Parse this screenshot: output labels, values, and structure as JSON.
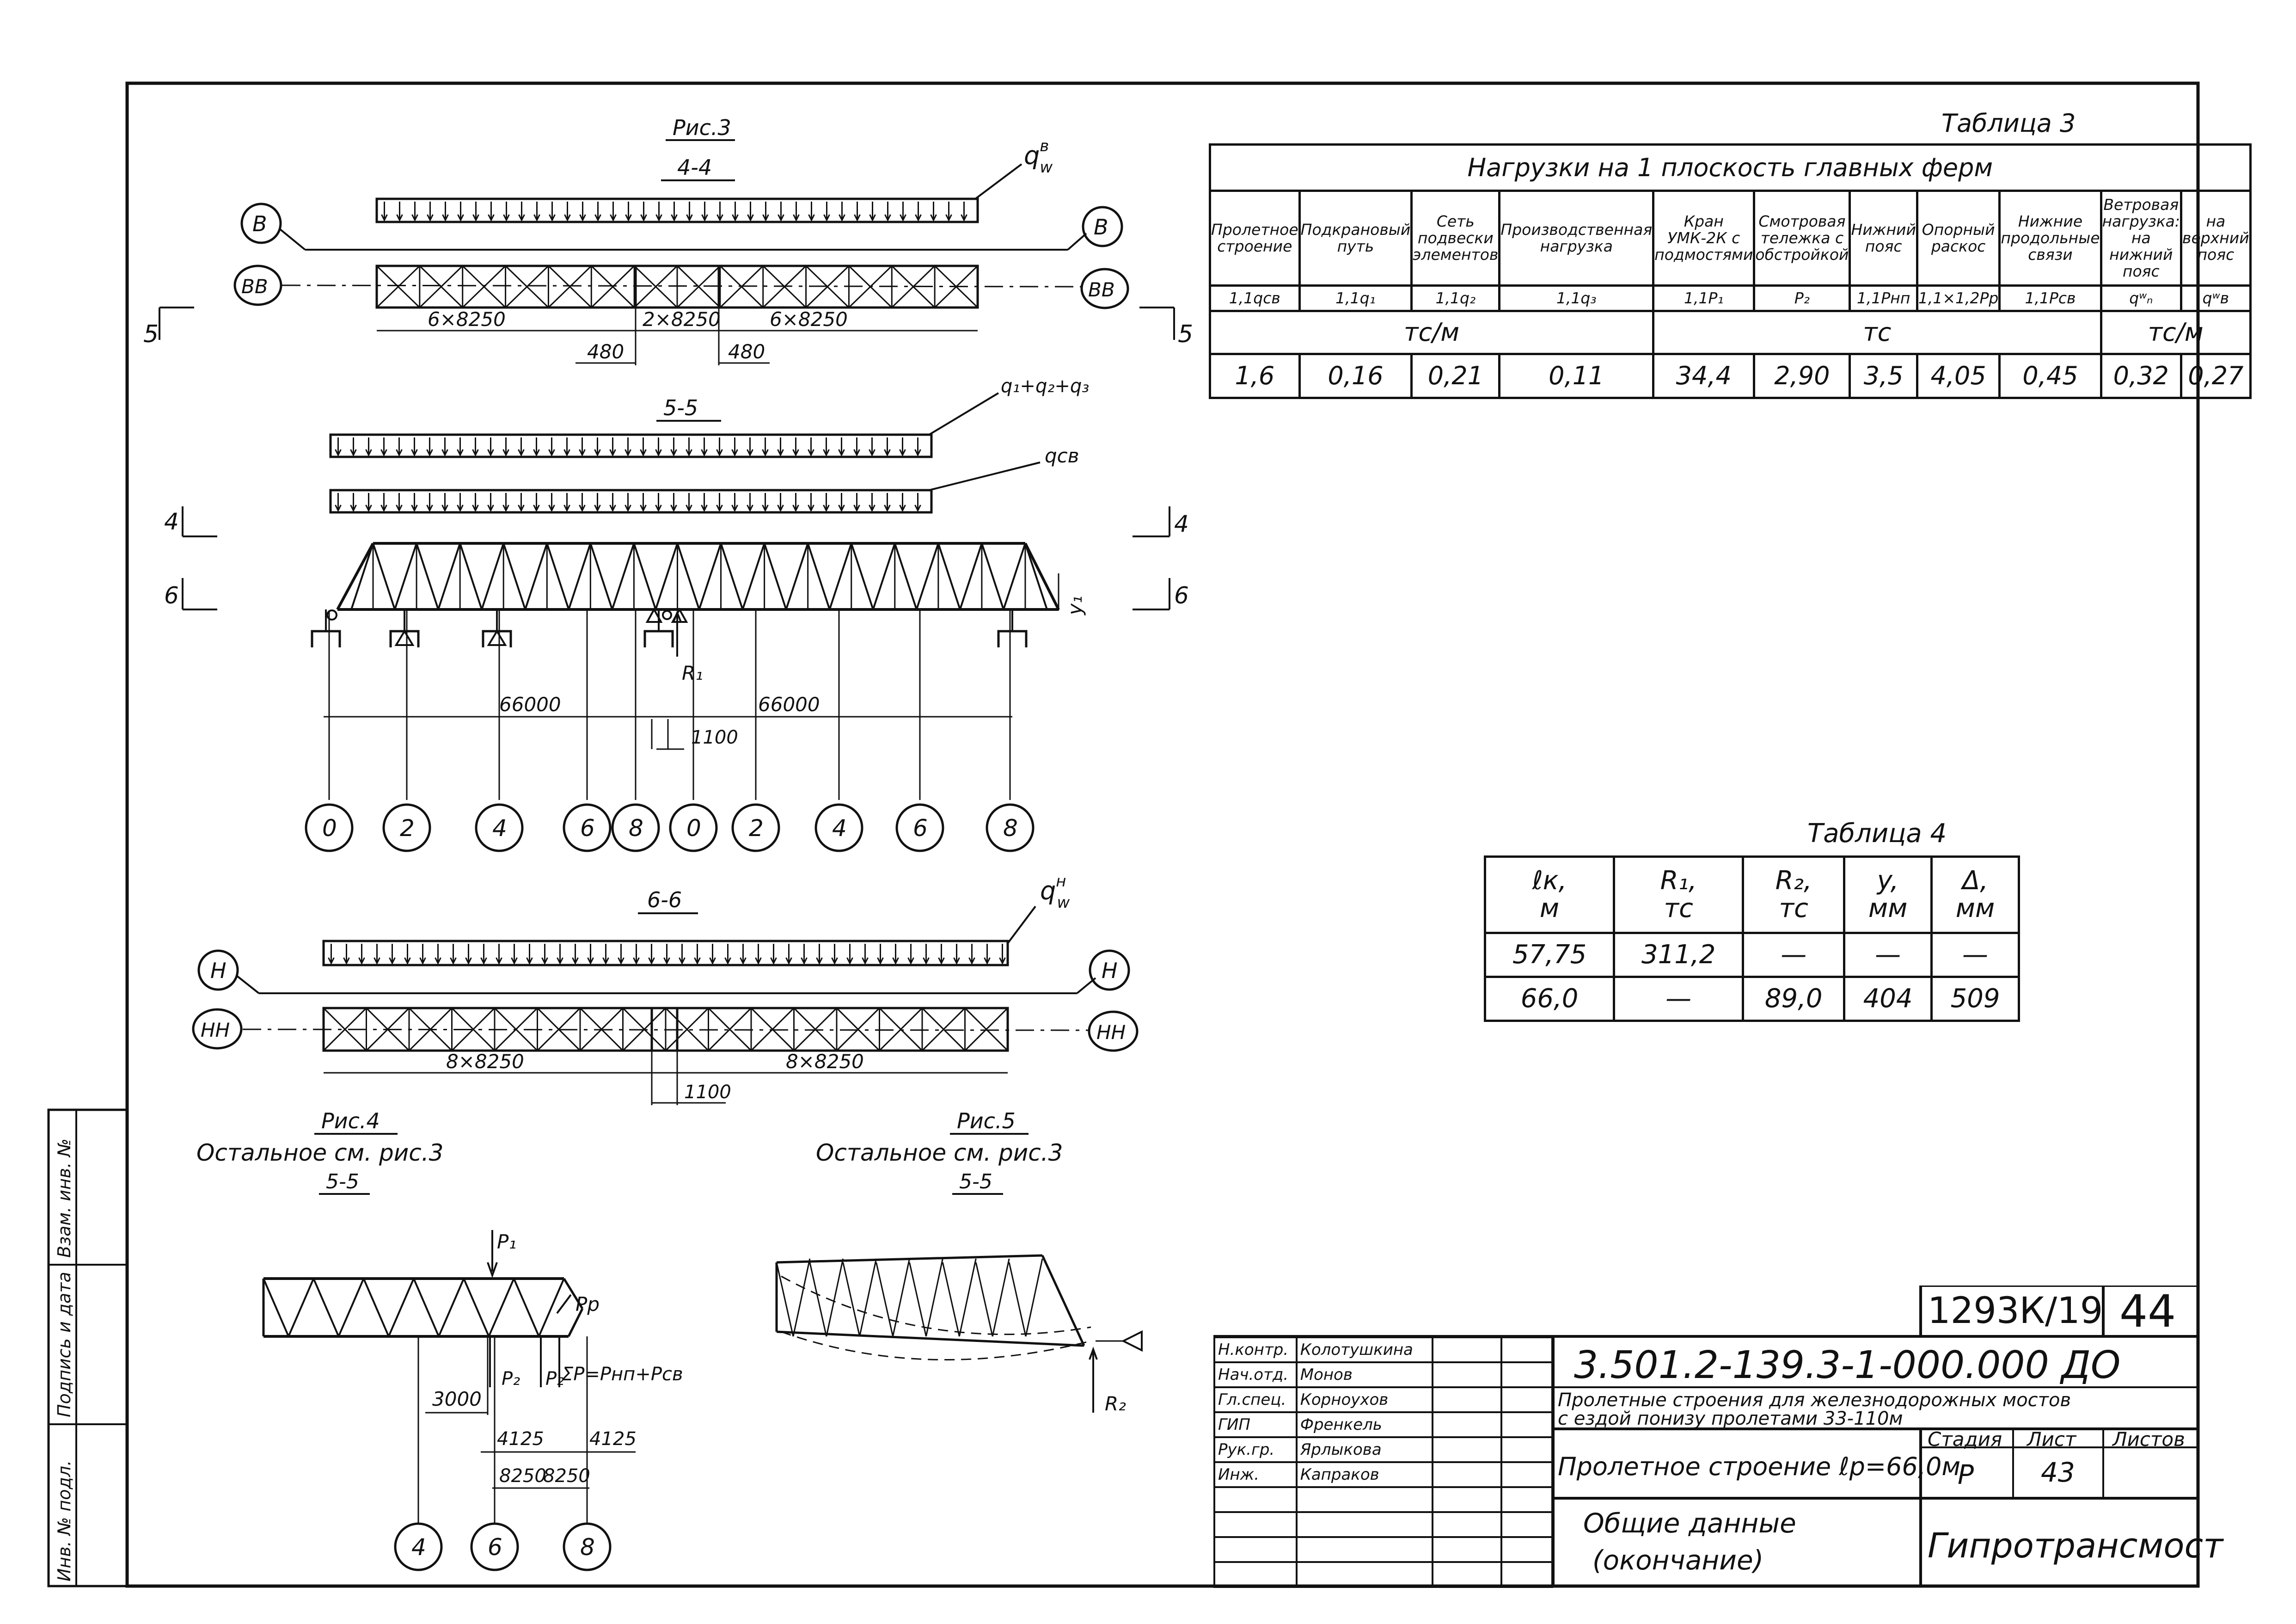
{
  "side_stamp": {
    "inv_orig": "Инв. № подл.",
    "sign_date": "Подпись и дата",
    "inv_vzam": "Взам. инв. №"
  },
  "fig3": {
    "title": "Рис.3",
    "section_44": "4-4",
    "section_55": "5-5",
    "label_qw_top": "q",
    "label_qw_top_sup": "в",
    "label_qw_top_sub": "w",
    "label_q123": "q₁+q₂+q₃",
    "label_qcv": "qсв",
    "axis_B": "В",
    "axis_BB": "ВВ",
    "dim_6x8250_left": "6×8250",
    "dim_2x8250": "2×8250",
    "dim_6x8250_right": "6×8250",
    "dim_480_left": "480",
    "dim_480_right": "480",
    "cut_5": "5",
    "cut_4": "4",
    "cut_6": "6",
    "y1": "y₁",
    "R1": "R₁",
    "dim_66000_left": "66000",
    "dim_66000_right": "66000",
    "dim_1100": "1100",
    "nodes": [
      "0",
      "2",
      "4",
      "6",
      "8",
      "0",
      "2",
      "4",
      "6",
      "8"
    ]
  },
  "fig66": {
    "section_66": "6-6",
    "label_qwn": "q",
    "label_qwn_sup": "н",
    "label_qwn_sub": "w",
    "axis_H": "Н",
    "axis_HH": "НН",
    "dim_8x8250_left": "8×8250",
    "dim_8x8250_right": "8×8250",
    "dim_1100": "1100"
  },
  "fig4": {
    "title": "Рис.4",
    "note": "Остальное см. рис.3",
    "ref": "5-5",
    "P1": "P₁",
    "Pp": "Pр",
    "P2a": "P₂",
    "P2b": "P₂",
    "sumP": "ΣP=Pнп+Pсв",
    "dim_3000": "3000",
    "dim_4125_l": "4125",
    "dim_4125_r": "4125",
    "dim_8250_l": "8250",
    "dim_8250_r": "8250",
    "nodes": [
      "4",
      "6",
      "8"
    ]
  },
  "fig5": {
    "title": "Рис.5",
    "note": "Остальное см. рис.3",
    "ref": "5-5",
    "R2": "R₂"
  },
  "table3": {
    "caption": "Таблица 3",
    "header": "Нагрузки на 1 плоскость главных ферм",
    "cols": [
      {
        "name": "Пролетное строение",
        "coef": "1,1qсв"
      },
      {
        "name": "Подкрановый путь",
        "coef": "1,1q₁"
      },
      {
        "name": "Сеть подвески элементов",
        "coef": "1,1q₂"
      },
      {
        "name": "Производственная нагрузка",
        "coef": "1,1q₃"
      },
      {
        "name": "Кран УМК-2К с подмостями",
        "coef": "1,1P₁"
      },
      {
        "name": "Смотровая тележка с обстройкой",
        "coef": "P₂"
      },
      {
        "name": "Нижний пояс",
        "coef": "1,1Pнп"
      },
      {
        "name": "Опорный раскос",
        "coef": "1,1×1,2Pр"
      },
      {
        "name": "Нижние продольные связи",
        "coef": "1,1Pсв"
      },
      {
        "name": "на нижний пояс",
        "coef": "qʷₙ"
      },
      {
        "name": "на верхний пояс",
        "coef": "qʷв"
      }
    ],
    "wind_group": "Ветровая нагрузка",
    "units": [
      "тс/м",
      "тс",
      "тс/м"
    ],
    "values": [
      "1,6",
      "0,16",
      "0,21",
      "0,11",
      "34,4",
      "2,90",
      "3,5",
      "4,05",
      "0,45",
      "0,32",
      "0,27"
    ]
  },
  "table4": {
    "caption": "Таблица 4",
    "headers": [
      {
        "sym": "ℓк,",
        "unit": "м"
      },
      {
        "sym": "R₁,",
        "unit": "тс"
      },
      {
        "sym": "R₂,",
        "unit": "тс"
      },
      {
        "sym": "y,",
        "unit": "мм"
      },
      {
        "sym": "Δ,",
        "unit": "мм"
      }
    ],
    "rows": [
      [
        "57,75",
        "311,2",
        "—",
        "—",
        "—"
      ],
      [
        "66,0",
        "—",
        "89,0",
        "404",
        "509"
      ]
    ]
  },
  "title_block": {
    "archive_no": "1293К/19",
    "sheet_total": "44",
    "designation": "3.501.2-139.3-1-000.000 ДО",
    "object_line1": "Пролетные строения для железнодорожных мостов",
    "object_line2": "с ездой понизу пролетами 33-110м",
    "sheet_title": "Пролетное строение ℓр=66,0м",
    "stage_label": "Стадия",
    "sheet_label": "Лист",
    "sheets_label": "Листов",
    "stage": "Р",
    "sheet": "43",
    "doc_title_1": "Общие данные",
    "doc_title_2": "(окончание)",
    "org": "Гипротрансмост",
    "signers": [
      {
        "role": "Н.контр.",
        "name": "Колотушкина"
      },
      {
        "role": "Нач.отд.",
        "name": "Монов"
      },
      {
        "role": "Гл.спец.",
        "name": "Корноухов"
      },
      {
        "role": "ГИП",
        "name": "Френкель"
      },
      {
        "role": "Рук.гр.",
        "name": "Ярлыкова"
      },
      {
        "role": "Инж.",
        "name": "Капраков"
      }
    ]
  }
}
